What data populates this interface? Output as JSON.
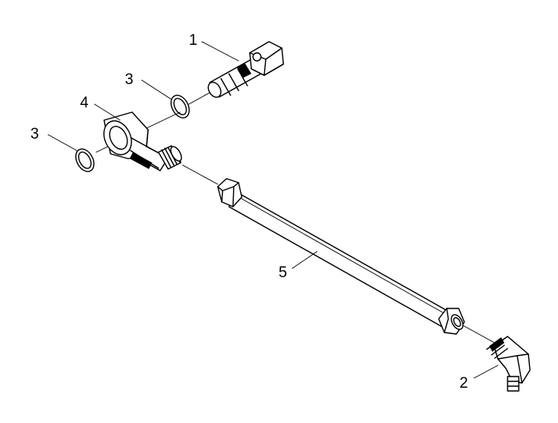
{
  "callouts": [
    {
      "id": "c1",
      "text": "1"
    },
    {
      "id": "c2",
      "text": "2"
    },
    {
      "id": "c3a",
      "text": "3"
    },
    {
      "id": "c3b",
      "text": "3"
    },
    {
      "id": "c4",
      "text": "4"
    },
    {
      "id": "c5",
      "text": "5"
    }
  ],
  "colors": {
    "ink": "#000000",
    "paper": "#ffffff"
  }
}
